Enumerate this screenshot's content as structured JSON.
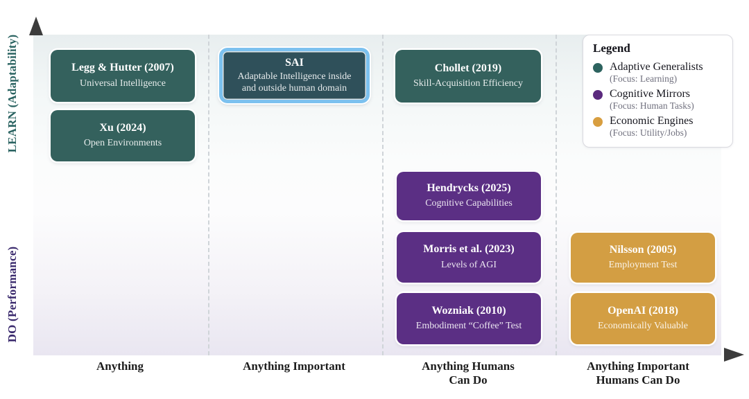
{
  "colors": {
    "teal": "#34615d",
    "purple": "#5b2f84",
    "gold": "#d39e43",
    "sai_fill": "#2f505a",
    "sai_border": "#7cc1ef",
    "axis_learn": "#2a6361",
    "axis_do": "#3a2a6d"
  },
  "axes": {
    "y_top": "LEARN (Adaptability)",
    "y_bottom": "DO (Performance)",
    "x_ticks": [
      {
        "line1": "Anything"
      },
      {
        "line1": "Anything Important"
      },
      {
        "line1": "Anything Humans",
        "line2": "Can Do"
      },
      {
        "line1": "Anything Important",
        "line2": "Humans Can Do"
      }
    ]
  },
  "cards": [
    {
      "title": "Legg & Hutter (2007)",
      "subtitle": "Universal Intelligence",
      "category": "teal"
    },
    {
      "title": "Xu (2024)",
      "subtitle": "Open Environments",
      "category": "teal"
    },
    {
      "title": "SAI",
      "subtitle": "Adaptable Intelligence inside and outside human domain",
      "category": "sai",
      "highlighted": true
    },
    {
      "title": "Chollet (2019)",
      "subtitle": "Skill-Acquisition Efficiency",
      "category": "teal"
    },
    {
      "title": "Hendrycks (2025)",
      "subtitle": "Cognitive Capabilities",
      "category": "purple"
    },
    {
      "title": "Morris et al. (2023)",
      "subtitle": "Levels of AGI",
      "category": "purple"
    },
    {
      "title": "Wozniak (2010)",
      "subtitle": "Embodiment “Coffee” Test",
      "category": "purple"
    },
    {
      "title": "Nilsson (2005)",
      "subtitle": "Employment Test",
      "category": "gold"
    },
    {
      "title": "OpenAI (2018)",
      "subtitle": "Economically Valuable",
      "category": "gold"
    }
  ],
  "legend": {
    "title": "Legend",
    "items": [
      {
        "label": "Adaptive Generalists",
        "focus": "(Focus: Learning)",
        "color": "#2d635f"
      },
      {
        "label": "Cognitive Mirrors",
        "focus": "(Focus: Human Tasks)",
        "color": "#5b2a7e"
      },
      {
        "label": "Economic Engines",
        "focus": "(Focus: Utility/Jobs)",
        "color": "#d89e40"
      }
    ]
  }
}
